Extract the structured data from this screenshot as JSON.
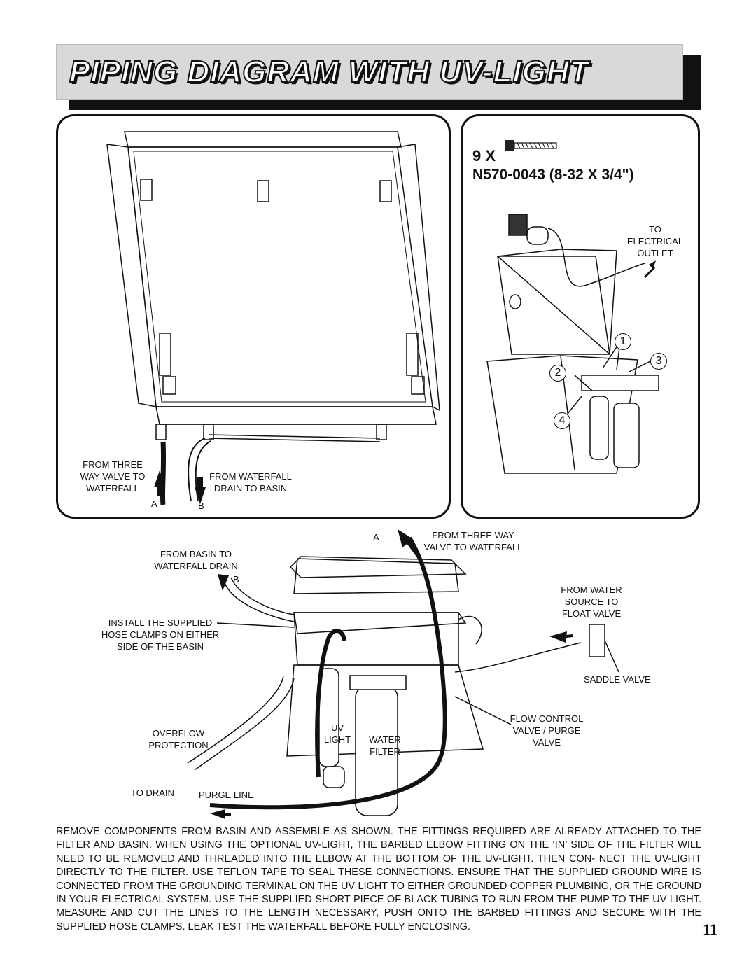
{
  "title": "PIPING DIAGRAM WITH UV-LIGHT",
  "frame_panel": {
    "label_a_text": "FROM THREE WAY VALVE TO WATERFALL",
    "label_a_lines": [
      "FROM THREE",
      "WAY VALVE TO",
      "WATERFALL"
    ],
    "label_b_lines": [
      "FROM WATERFALL",
      "DRAIN TO BASIN"
    ],
    "marker_a": "A",
    "marker_b": "B"
  },
  "parts_panel": {
    "quantity": "9 X",
    "part_number": "N570-0043 (8-32 X 3/4\")",
    "outlet_lines": [
      "TO",
      "ELECTRICAL",
      "OUTLET"
    ],
    "callouts": [
      "1",
      "2",
      "3",
      "4"
    ]
  },
  "basin_diagram": {
    "marker_a": "A",
    "from_three_way_lines": [
      "FROM THREE WAY",
      "VALVE TO WATERFALL"
    ],
    "from_basin_lines": [
      "FROM BASIN TO",
      "WATERFALL DRAIN"
    ],
    "marker_b": "B",
    "install_clamps_lines": [
      "INSTALL THE SUPPLIED",
      "HOSE CLAMPS ON EITHER",
      "SIDE OF THE BASIN"
    ],
    "from_water_lines": [
      "FROM WATER",
      "SOURCE TO",
      "FLOAT VALVE"
    ],
    "saddle_valve": "SADDLE VALVE",
    "flow_control_lines": [
      "FLOW CONTROL",
      "VALVE / PURGE",
      "VALVE"
    ],
    "overflow_lines": [
      "OVERFLOW",
      "PROTECTION"
    ],
    "uv_lines": [
      "UV",
      "LIGHT"
    ],
    "water_filter_lines": [
      "WATER",
      "FILTER"
    ],
    "to_drain": "TO DRAIN",
    "purge_line": "PURGE LINE"
  },
  "instructions": "REMOVE COMPONENTS FROM BASIN AND ASSEMBLE AS SHOWN. THE FITTINGS REQUIRED ARE ALREADY ATTACHED TO THE FILTER AND BASIN. WHEN USING THE OPTIONAL UV-LIGHT, THE BARBED ELBOW FITTING ON THE ‘IN’ SIDE OF THE FILTER WILL NEED TO BE REMOVED AND THREADED INTO THE ELBOW AT THE BOTTOM OF THE UV-LIGHT. THEN CON- NECT THE UV-LIGHT DIRECTLY TO THE FILTER. USE TEFLON TAPE TO SEAL THESE CONNECTIONS. ENSURE THAT THE SUPPLIED GROUND WIRE IS CONNECTED FROM THE GROUNDING TERMINAL ON THE UV LIGHT TO EITHER GROUNDED COPPER PLUMBING, OR THE GROUND IN YOUR ELECTRICAL SYSTEM. USE THE SUPPLIED SHORT PIECE OF BLACK TUBING TO RUN FROM THE PUMP TO THE UV LIGHT. MEASURE AND CUT THE LINES TO THE LENGTH NECESSARY, PUSH ONTO THE BARBED FITTINGS AND SECURE WITH THE SUPPLIED HOSE CLAMPS. LEAK TEST THE WATERFALL BEFORE FULLY ENCLOSING.",
  "page_number": "11"
}
